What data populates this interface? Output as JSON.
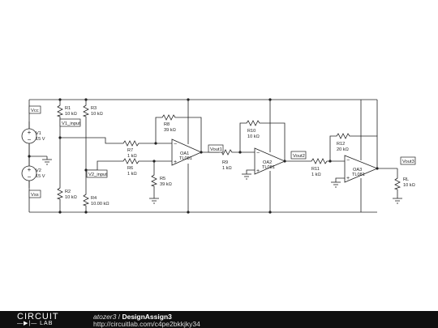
{
  "components": {
    "V1": {
      "name": "V1",
      "value": "15 V"
    },
    "V2": {
      "name": "V2",
      "value": "15 V"
    },
    "R1": {
      "name": "R1",
      "value": "10 kΩ"
    },
    "R2": {
      "name": "R2",
      "value": "10 kΩ"
    },
    "R3": {
      "name": "R3",
      "value": "10 kΩ"
    },
    "R4": {
      "name": "R4",
      "value": "10.00 kΩ"
    },
    "R5": {
      "name": "R5",
      "value": "39 kΩ"
    },
    "R6": {
      "name": "R6",
      "value": "1 kΩ"
    },
    "R7": {
      "name": "R7",
      "value": "1 kΩ"
    },
    "R8": {
      "name": "R8",
      "value": "39 kΩ"
    },
    "R9": {
      "name": "R9",
      "value": "1 kΩ"
    },
    "R10": {
      "name": "R10",
      "value": "10 kΩ"
    },
    "R11": {
      "name": "R11",
      "value": "1 kΩ"
    },
    "R12": {
      "name": "R12",
      "value": "20 kΩ"
    },
    "RL": {
      "name": "RL",
      "value": "10 kΩ"
    },
    "OA1": {
      "name": "OA1",
      "model": "TL081"
    },
    "OA2": {
      "name": "OA2",
      "model": "TL081"
    },
    "OA3": {
      "name": "OA3",
      "model": "TL081"
    }
  },
  "net_labels": {
    "vcc": "Vcc",
    "vss": "Vss",
    "v1_input_a": "V1_input",
    "v2_input_a": "V2_input",
    "vout1": "Vout1",
    "vout2": "Vout2",
    "vout3": "Vout3"
  },
  "footer": {
    "logo_line1": "CIRCUIT",
    "logo_line2": "LAB",
    "author": "atozer3",
    "separator": " / ",
    "title": "DesignAssign3",
    "url": "http://circuitlab.com/c4pe2bkkjky34"
  }
}
